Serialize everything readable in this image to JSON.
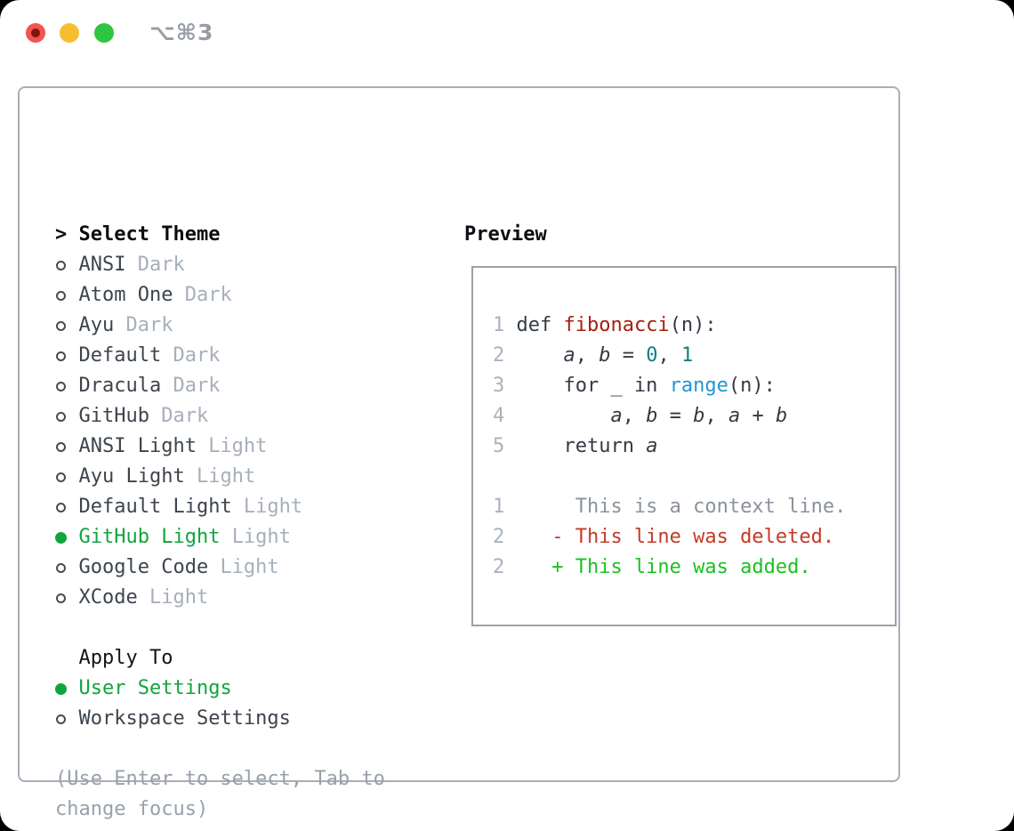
{
  "titlebar": {
    "shortcut": "⌥⌘3"
  },
  "themes": {
    "header_prefix": ">",
    "header": "Select Theme",
    "items": [
      {
        "name": "ANSI",
        "tag": "Dark",
        "selected": false
      },
      {
        "name": "Atom One",
        "tag": "Dark",
        "selected": false
      },
      {
        "name": "Ayu",
        "tag": "Dark",
        "selected": false
      },
      {
        "name": "Default",
        "tag": "Dark",
        "selected": false
      },
      {
        "name": "Dracula",
        "tag": "Dark",
        "selected": false
      },
      {
        "name": "GitHub",
        "tag": "Dark",
        "selected": false
      },
      {
        "name": "ANSI Light",
        "tag": "Light",
        "selected": false
      },
      {
        "name": "Ayu Light",
        "tag": "Light",
        "selected": false
      },
      {
        "name": "Default Light",
        "tag": "Light",
        "selected": false
      },
      {
        "name": "GitHub Light",
        "tag": "Light",
        "selected": true
      },
      {
        "name": "Google Code",
        "tag": "Light",
        "selected": false
      },
      {
        "name": "XCode",
        "tag": "Light",
        "selected": false
      }
    ]
  },
  "apply_to": {
    "label": "Apply To",
    "options": [
      {
        "name": "User Settings",
        "selected": true
      },
      {
        "name": "Workspace Settings",
        "selected": false
      }
    ]
  },
  "help": {
    "line1": "(Use Enter to select, Tab to",
    "line2": "change focus)"
  },
  "preview": {
    "header": "Preview",
    "code": [
      {
        "num": "1",
        "segs": {
          "s0": "def ",
          "s1": "fibonacci",
          "s2": "(n):"
        }
      },
      {
        "num": "2",
        "segs": {
          "s0": "    ",
          "s1": "a",
          "s2": ", ",
          "s3": "b",
          "s4": " = ",
          "s5": "0",
          "s6": ", ",
          "s7": "1"
        }
      },
      {
        "num": "3",
        "segs": {
          "s0": "    for _ in ",
          "s1": "range",
          "s2": "(n):"
        }
      },
      {
        "num": "4",
        "segs": {
          "s0": "        ",
          "s1": "a",
          "s2": ", ",
          "s3": "b",
          "s4": " = ",
          "s5": "b",
          "s6": ", ",
          "s7": "a",
          "s8": " + ",
          "s9": "b"
        }
      },
      {
        "num": "5",
        "segs": {
          "s0": "    return ",
          "s1": "a"
        }
      },
      {
        "num": "1",
        "segs": {
          "s0": "     This is a context line."
        }
      },
      {
        "num": "2",
        "segs": {
          "s0": "   - This line was deleted."
        }
      },
      {
        "num": "2",
        "segs": {
          "s0": "   + This line was added."
        }
      }
    ]
  },
  "colors": {
    "selected_green": "#10a53c",
    "added_green": "#1bc120",
    "deleted_red": "#c43a26",
    "function_red": "#a81c0f",
    "builtin_blue": "#1f97d4",
    "number_teal": "#0d7f85",
    "tag_gray": "#a7afbb",
    "panel_border": "#a9aeb7"
  }
}
